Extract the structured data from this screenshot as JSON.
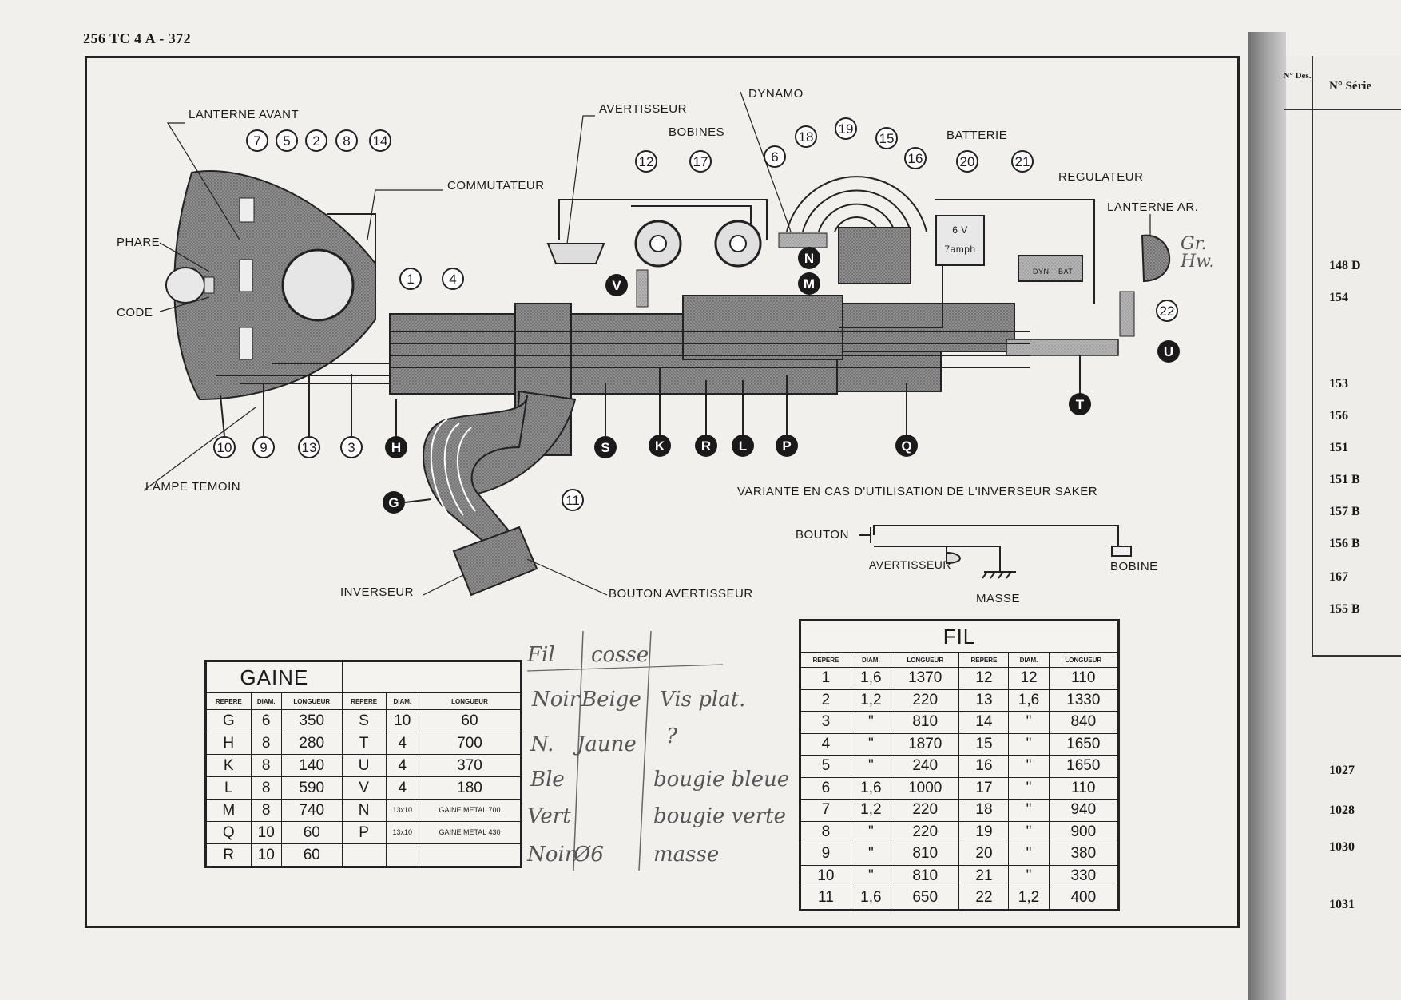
{
  "header": {
    "code": "256 TC 4  A  - 372"
  },
  "labels": {
    "lanterne_avant": "LANTERNE  AVANT",
    "phare": "PHARE",
    "code": "CODE",
    "commutateur": "COMMUTATEUR",
    "avertisseur": "AVERTISSEUR",
    "bobines": "BOBINES",
    "dynamo": "DYNAMO",
    "batterie": "BATTERIE",
    "regulateur": "REGULATEUR",
    "lanterne_ar": "LANTERNE  AR.",
    "lampe_temoin": "LAMPE TEMOIN",
    "inverseur": "INVERSEUR",
    "bouton_avertisseur": "BOUTON  AVERTISSEUR",
    "battery_inner_1": "6 V",
    "battery_inner_2": "7amph",
    "regulateur_inner_1": "DYN",
    "regulateur_inner_2": "BAT"
  },
  "wire_numbers_top": [
    "7",
    "5",
    "2",
    "8",
    "14",
    "12",
    "17",
    "18",
    "19",
    "15",
    "16",
    "6",
    "20",
    "21"
  ],
  "wire_numbers_bottom": [
    "10",
    "9",
    "13",
    "3",
    "1",
    "4",
    "11",
    "22"
  ],
  "sheath_letters": [
    "H",
    "G",
    "S",
    "K",
    "R",
    "L",
    "P",
    "Q",
    "T",
    "U",
    "V",
    "N",
    "M"
  ],
  "variant": {
    "title": "VARIANTE EN  CAS D'UTILISATION DE L'INVERSEUR SAKER",
    "bouton": "BOUTON",
    "avertisseur": "AVERTISSEUR",
    "bobine": "BOBINE",
    "masse": "MASSE"
  },
  "gaine": {
    "title": "GAINE",
    "headers": [
      "REPERE",
      "DIAM.",
      "LONGUEUR",
      "REPERE",
      "DIAM.",
      "LONGUEUR"
    ],
    "rows": [
      [
        "G",
        "6",
        "350",
        "S",
        "10",
        "60"
      ],
      [
        "H",
        "8",
        "280",
        "T",
        "4",
        "700"
      ],
      [
        "K",
        "8",
        "140",
        "U",
        "4",
        "370"
      ],
      [
        "L",
        "8",
        "590",
        "V",
        "4",
        "180"
      ],
      [
        "M",
        "8",
        "740",
        "N",
        "13x10",
        "GAINE METAL 700"
      ],
      [
        "Q",
        "10",
        "60",
        "P",
        "13x10",
        "GAINE METAL 430"
      ],
      [
        "R",
        "10",
        "60",
        "",
        "",
        ""
      ]
    ]
  },
  "fil": {
    "title": "FIL",
    "headers": [
      "REPERE",
      "DIAM.",
      "LONGUEUR",
      "REPERE",
      "DIAM.",
      "LONGUEUR"
    ],
    "rows": [
      [
        "1",
        "1,6",
        "1370",
        "12",
        "12",
        "110"
      ],
      [
        "2",
        "1,2",
        "220",
        "13",
        "1,6",
        "1330"
      ],
      [
        "3",
        "\"",
        "810",
        "14",
        "\"",
        "840"
      ],
      [
        "4",
        "\"",
        "1870",
        "15",
        "\"",
        "1650"
      ],
      [
        "5",
        "\"",
        "240",
        "16",
        "\"",
        "1650"
      ],
      [
        "6",
        "1,6",
        "1000",
        "17",
        "\"",
        "110"
      ],
      [
        "7",
        "1,2",
        "220",
        "18",
        "\"",
        "940"
      ],
      [
        "8",
        "\"",
        "220",
        "19",
        "\"",
        "900"
      ],
      [
        "9",
        "\"",
        "810",
        "20",
        "\"",
        "380"
      ],
      [
        "10",
        "\"",
        "810",
        "21",
        "\"",
        "330"
      ],
      [
        "11",
        "1,6",
        "650",
        "22",
        "1,2",
        "400"
      ]
    ]
  },
  "handwritten": {
    "col1_head": "Fil",
    "col2_head": "cosse",
    "rows": [
      [
        "Noir",
        "Beige",
        "Vis plat."
      ],
      [
        "N.",
        "Jaune",
        "?"
      ],
      [
        "Ble",
        "",
        "bougie bleue"
      ],
      [
        "Vert",
        "",
        "bougie verte"
      ],
      [
        "Noir",
        "Ø6",
        "masse"
      ]
    ],
    "lanterne_note_1": "Gr.",
    "lanterne_note_2": "Hw."
  },
  "margin": {
    "head_1": "N° Des.",
    "head_2": "N° Série",
    "serials": [
      "148 D",
      "154",
      "153",
      "156",
      "151",
      "151 B",
      "157 B",
      "156 B",
      "167",
      "155 B",
      "1027",
      "1028",
      "1030",
      "1031"
    ]
  }
}
